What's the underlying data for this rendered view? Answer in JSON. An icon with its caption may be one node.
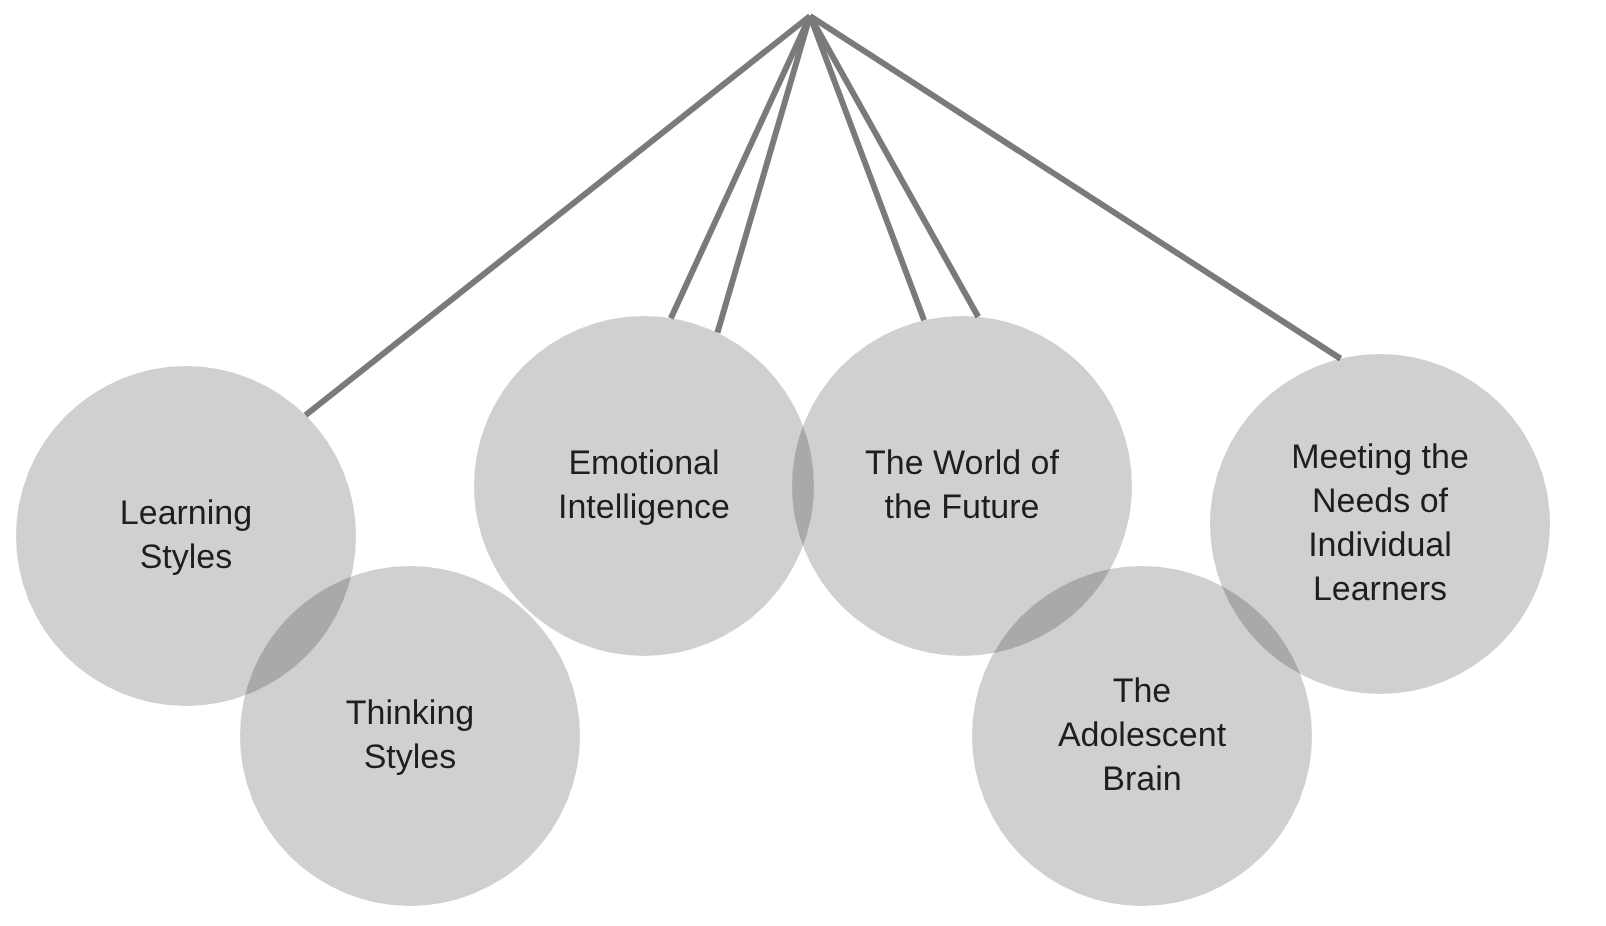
{
  "diagram": {
    "nodes": [
      {
        "text": [
          "Learning Styles"
        ]
      },
      {
        "text": [
          "Thinking Styles"
        ]
      },
      {
        "text": [
          "Emotional Intelligence"
        ]
      },
      {
        "text": [
          "The World of the Future"
        ]
      },
      {
        "text": [
          "The Adolescent Brain"
        ]
      },
      {
        "text": [
          "Meeting the Needs of Individual Learners"
        ]
      }
    ],
    "edges": [
      {
        "from": null,
        "to": 0,
        "arrow": "none"
      },
      {
        "from": null,
        "to": 2,
        "arrow": "none"
      },
      {
        "from": null,
        "to": 2,
        "arrow": "none"
      },
      {
        "from": null,
        "to": 3,
        "arrow": "none"
      },
      {
        "from": null,
        "to": 3,
        "arrow": "none"
      },
      {
        "from": null,
        "to": 5,
        "arrow": "none"
      }
    ]
  }
}
